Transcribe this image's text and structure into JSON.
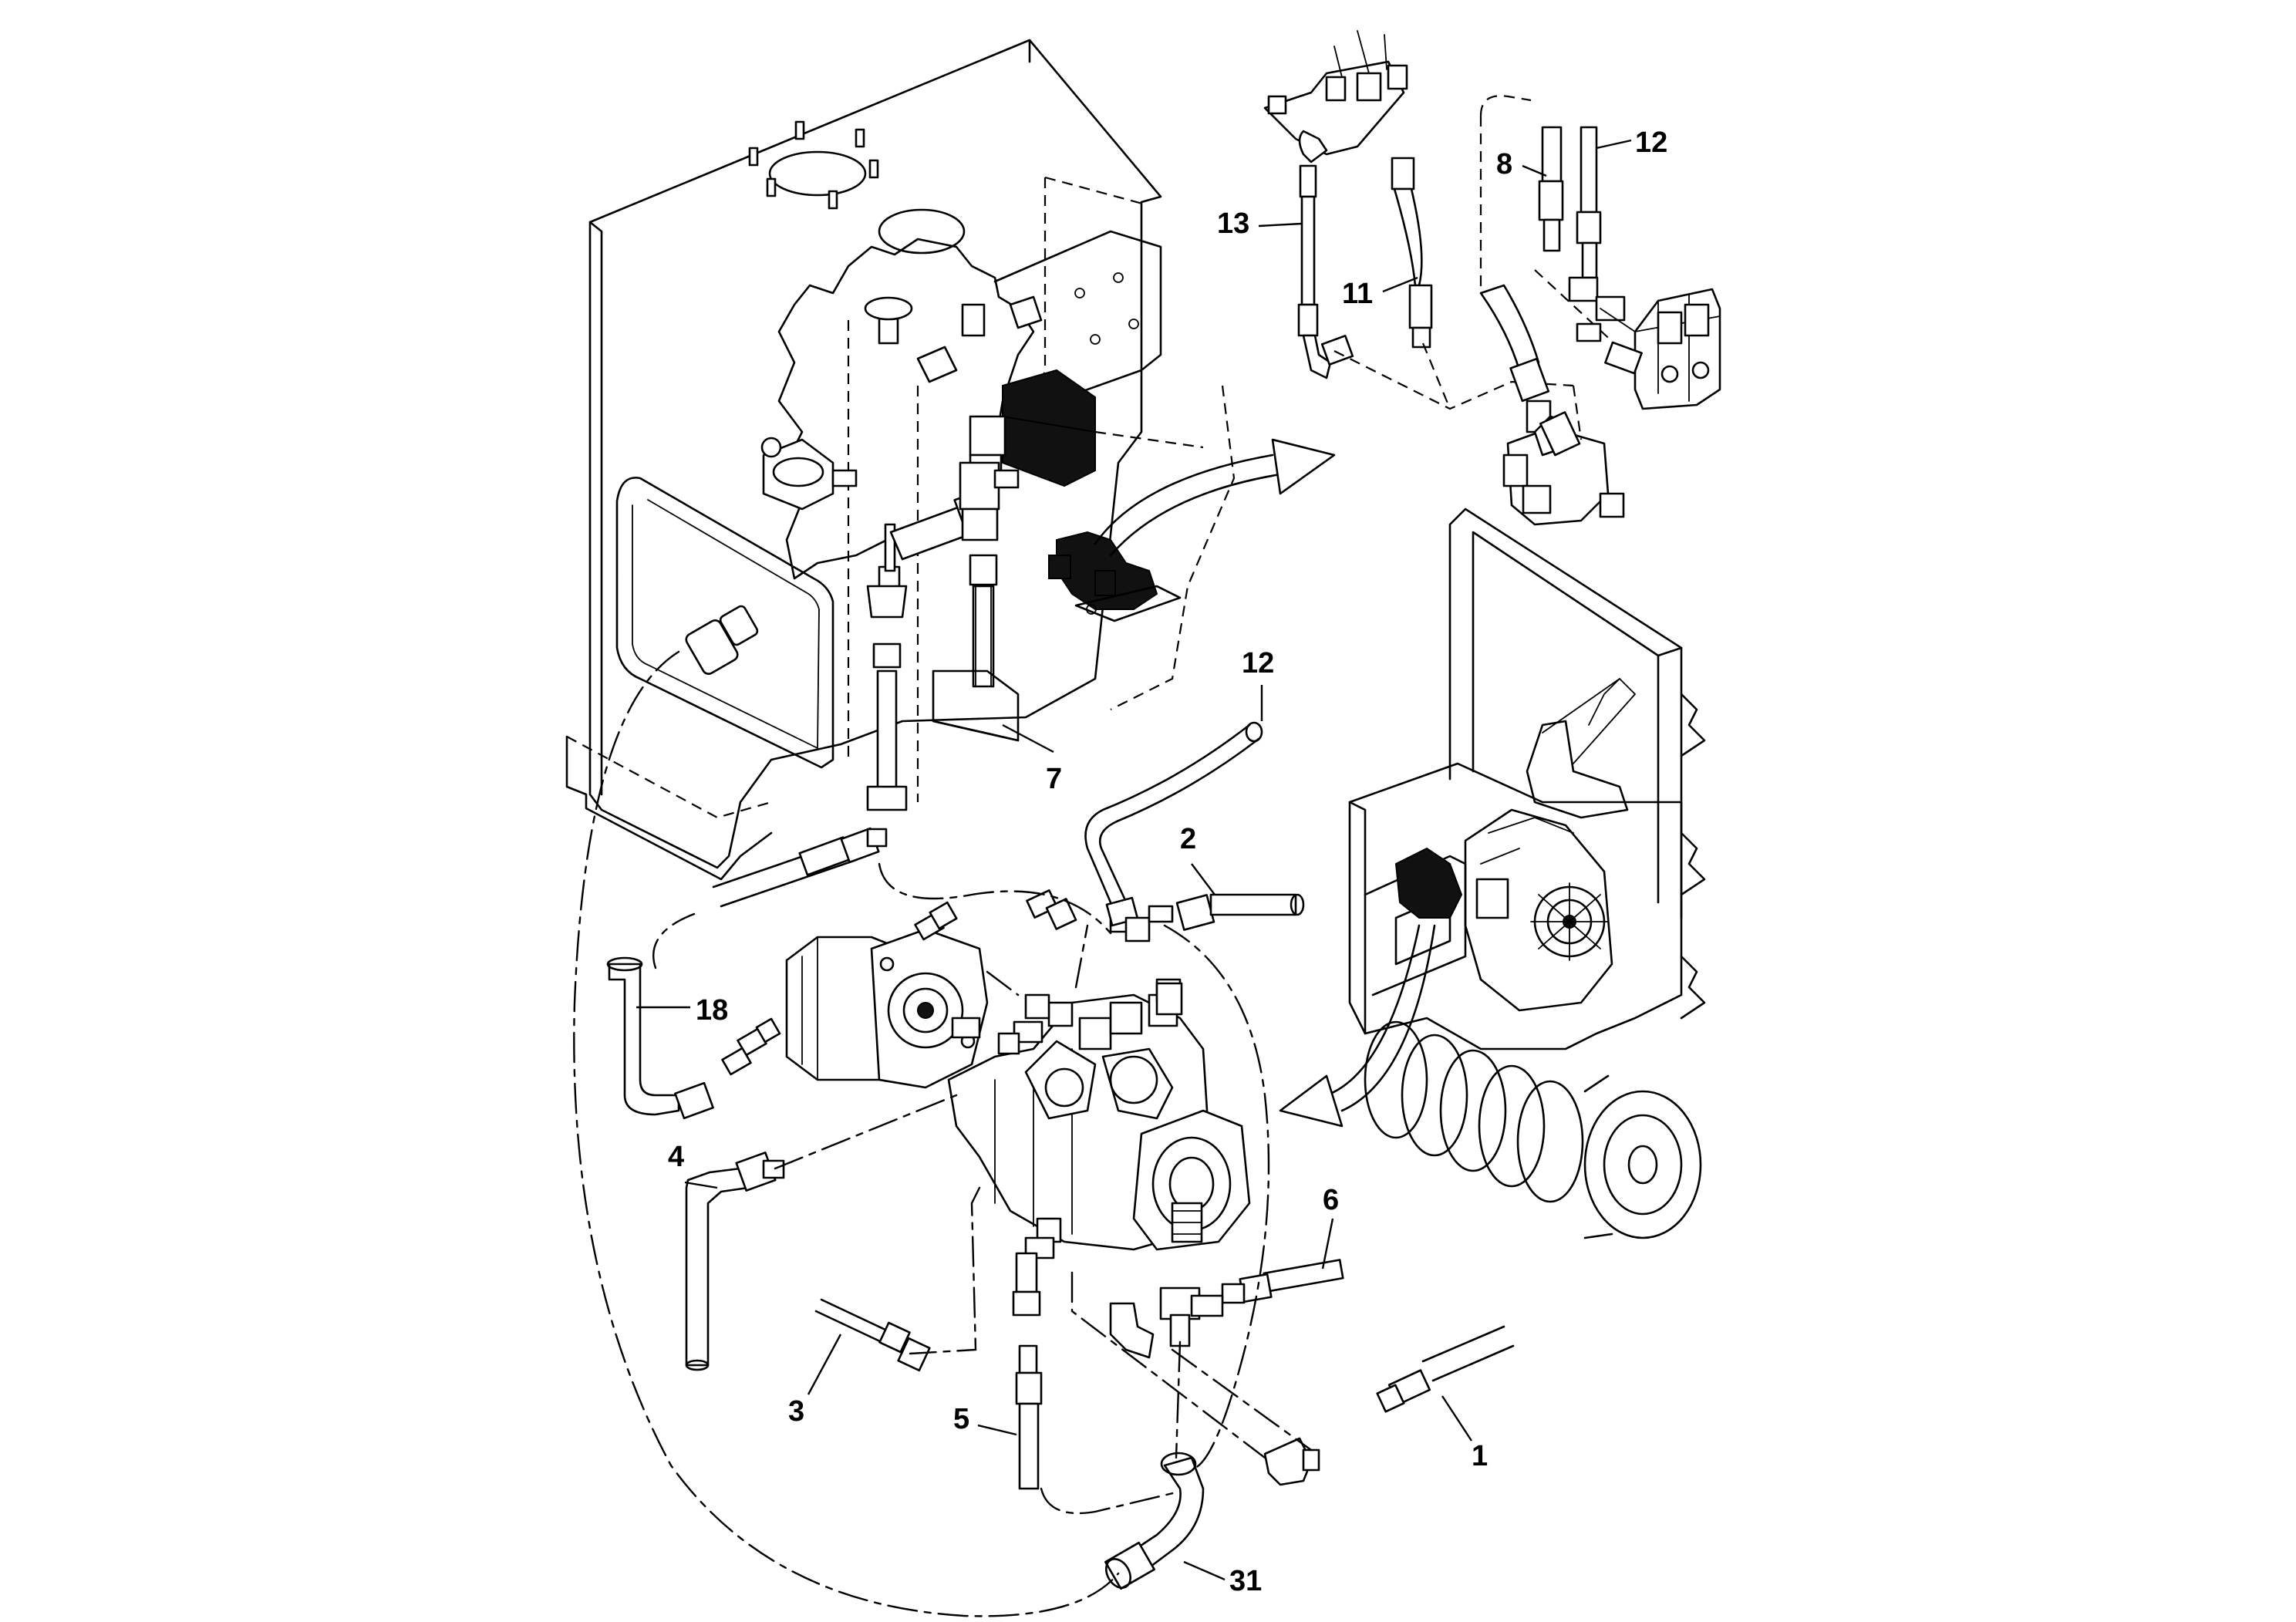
{
  "callouts": [
    {
      "id": "c13",
      "label": "13"
    },
    {
      "id": "c11",
      "label": "11"
    },
    {
      "id": "c8",
      "label": "8"
    },
    {
      "id": "c12a",
      "label": "12"
    },
    {
      "id": "c12b",
      "label": "12"
    },
    {
      "id": "c7",
      "label": "7"
    },
    {
      "id": "c2",
      "label": "2"
    },
    {
      "id": "c18",
      "label": "18"
    },
    {
      "id": "c4",
      "label": "4"
    },
    {
      "id": "c6",
      "label": "6"
    },
    {
      "id": "c3",
      "label": "3"
    },
    {
      "id": "c5",
      "label": "5"
    },
    {
      "id": "c1",
      "label": "1"
    },
    {
      "id": "c31",
      "label": "31"
    }
  ]
}
